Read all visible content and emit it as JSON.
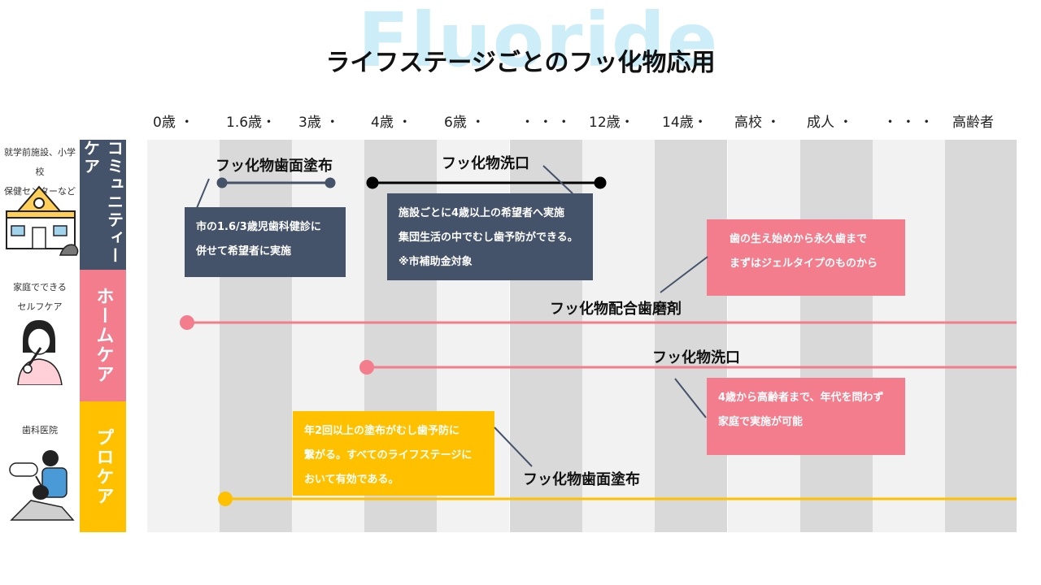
{
  "watermark": "Fluoride",
  "title": "ライフステージごとのフッ化物応用",
  "ages": [
    "0歳 ・",
    "1.6歳・",
    "3歳 ・",
    "4歳 ・",
    "6歳 ・",
    "・ ・ ・",
    "12歳・",
    "14歳・",
    "高校 ・",
    "成人 ・",
    "・ ・ ・",
    "高齢者"
  ],
  "categories": {
    "community": "コミュニティーケア",
    "home": "ホームケア",
    "pro": "プロケア"
  },
  "side_labels": {
    "community": [
      "就学前施設、小学校",
      "保健センターなど"
    ],
    "home": [
      "家庭でできる",
      "セルフケア"
    ],
    "pro": [
      "歯科医院"
    ]
  },
  "labels": {
    "community_varnish": "フッ化物歯面塗布",
    "community_rinse": "フッ化物洗口",
    "toothpaste": "フッ化物配合歯磨剤",
    "home_rinse": "フッ化物洗口",
    "pro_varnish": "フッ化物歯面塗布"
  },
  "boxes": {
    "community_varnish": [
      "市の1.6/3歳児歯科健診に",
      "併せて希望者に実施"
    ],
    "community_rinse": [
      "施設ごとに4歳以上の希望者へ実施",
      "集団生活の中でむし歯予防ができる。",
      "※市補助金対象"
    ],
    "toothpaste": [
      "歯の生え始めから永久歯まで",
      "まずはジェルタイプのものから"
    ],
    "home_rinse": [
      "4歳から高齢者まで、年代を問わず",
      "家庭で実施が可能"
    ],
    "pro_varnish": [
      "年2回以上の塗布がむし歯予防に",
      "繋がる。すべてのライフステージに",
      "おいて有効である。"
    ]
  },
  "colors": {
    "navy": "#44526a",
    "pink": "#f37d8d",
    "yellow": "#ffc000",
    "black": "#000000",
    "watermark": "#cdeef8"
  },
  "icons": {
    "community": "school-building-icon",
    "home": "woman-brushing-teeth-icon",
    "pro": "dentist-treating-patient-icon"
  }
}
